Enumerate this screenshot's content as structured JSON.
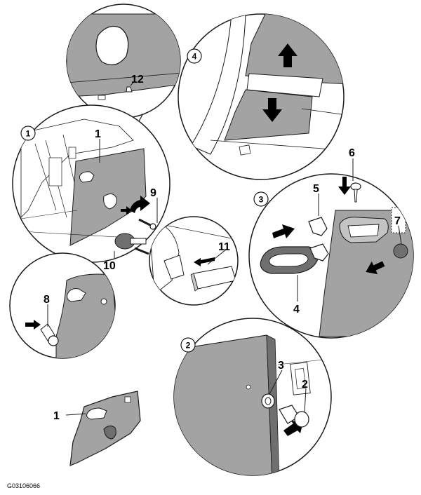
{
  "figure_code": "G03106066",
  "steps": {
    "s1": "1",
    "s2": "2",
    "s3": "3",
    "s4": "4"
  },
  "callouts": {
    "c1_main": "1",
    "c12": "12",
    "c9": "9",
    "c10": "10",
    "c11": "11",
    "c8": "8",
    "c5": "5",
    "c6": "6",
    "c7": "7",
    "c4": "4",
    "c3": "3",
    "c2": "2",
    "c1_small": "1"
  },
  "colors": {
    "panel_fill": "#a3a3a3",
    "panel_dark": "#6f6f6f",
    "line": "#1a1a1a",
    "background": "#ffffff"
  }
}
